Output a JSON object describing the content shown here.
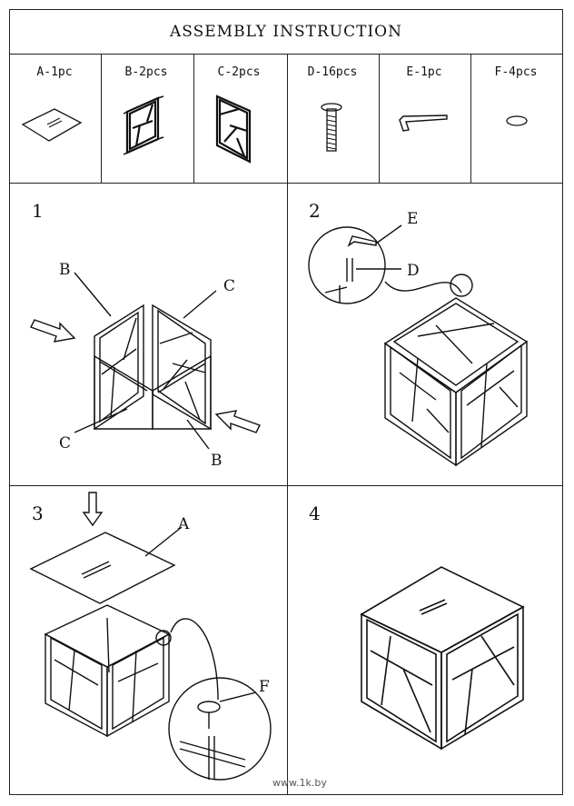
{
  "title": "ASSEMBLY INSTRUCTION",
  "parts": [
    {
      "label": "A-1pc",
      "icon": "glass-panel-icon"
    },
    {
      "label": "B-2pcs",
      "icon": "side-frame-b-icon"
    },
    {
      "label": "C-2pcs",
      "icon": "side-frame-c-icon"
    },
    {
      "label": "D-16pcs",
      "icon": "screw-icon"
    },
    {
      "label": "E-1pc",
      "icon": "allen-key-icon"
    },
    {
      "label": "F-4pcs",
      "icon": "pad-icon"
    }
  ],
  "steps": [
    {
      "number": "1",
      "callouts": [
        "B",
        "C",
        "C",
        "B"
      ]
    },
    {
      "number": "2",
      "callouts": [
        "E",
        "D"
      ]
    },
    {
      "number": "3",
      "callouts": [
        "A",
        "F"
      ]
    },
    {
      "number": "4"
    }
  ],
  "watermark": "www.1k.by"
}
